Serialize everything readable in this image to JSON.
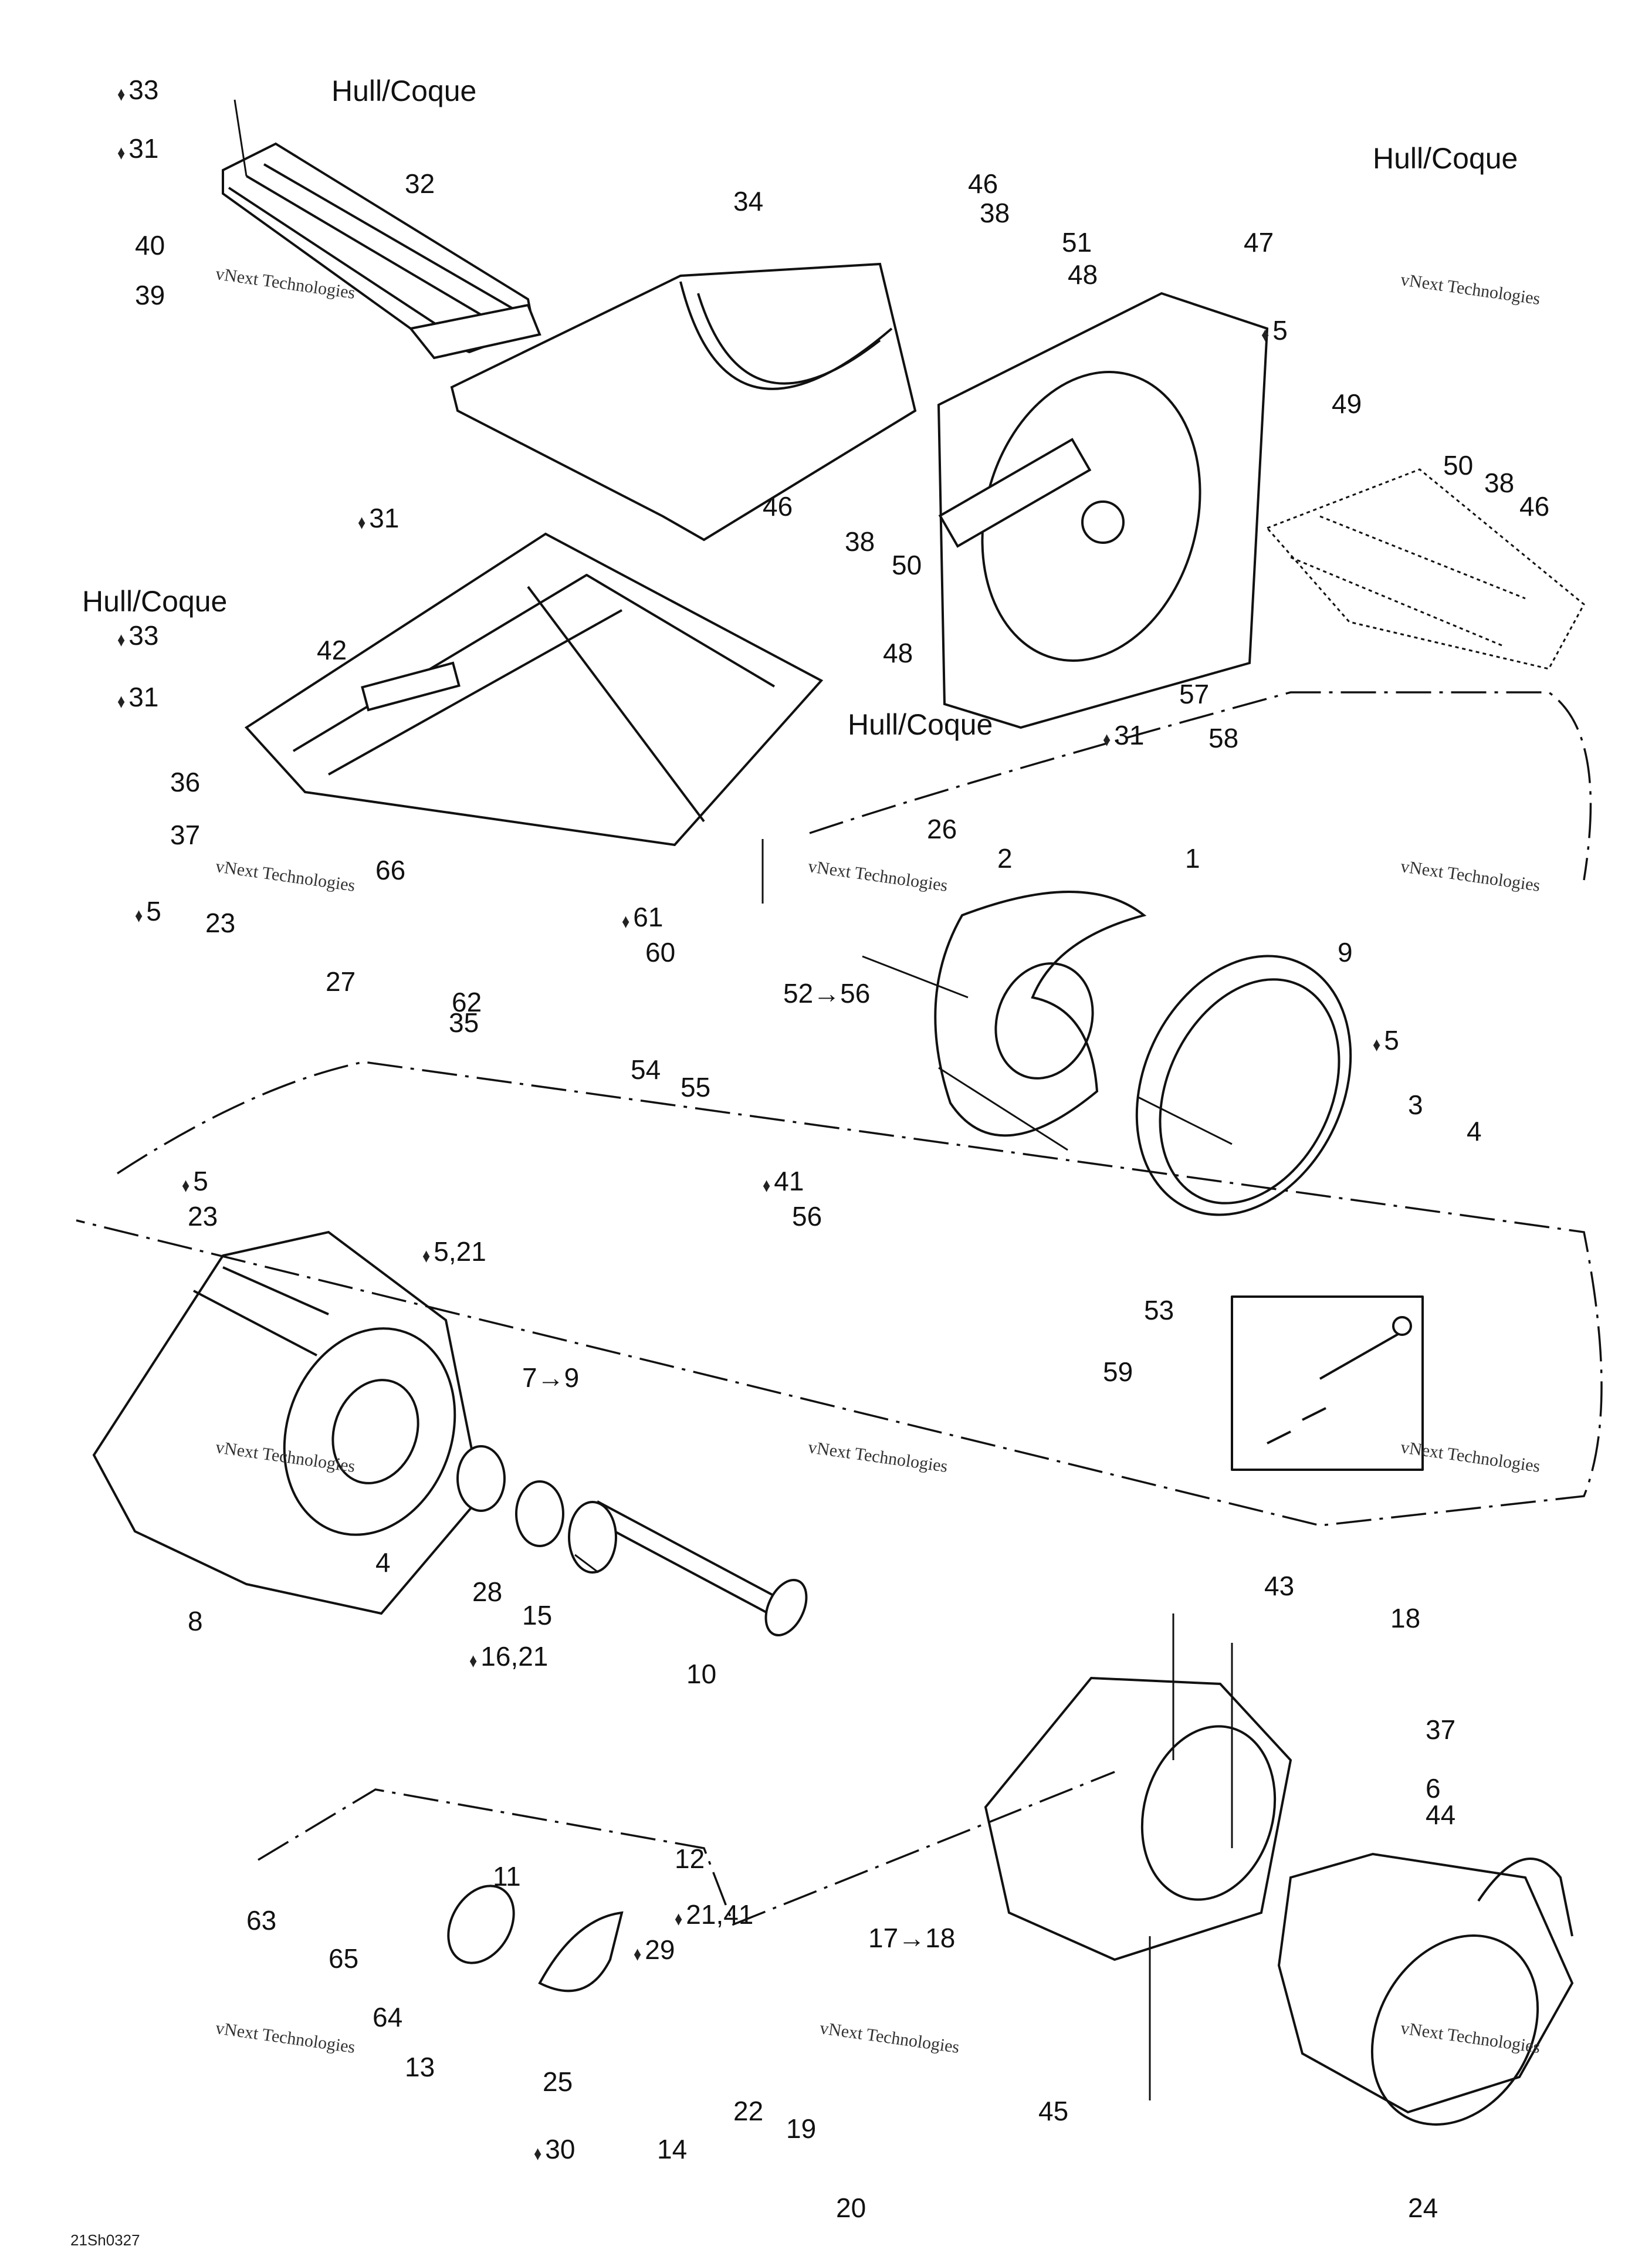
{
  "diagram": {
    "title": "Jet pump / propulsion system exploded parts diagram",
    "drawing_code": "21Sh0327",
    "hull_label": "Hull/Coque",
    "watermark": {
      "line1": "vNext Technologies",
      "big1": "vNext",
      "big2": "Technologies"
    },
    "callouts": [
      {
        "id": "c33a",
        "text": "33",
        "drop": true
      },
      {
        "id": "c31a",
        "text": "31",
        "drop": true
      },
      {
        "id": "c40",
        "text": "40"
      },
      {
        "id": "c39",
        "text": "39"
      },
      {
        "id": "c32",
        "text": "32"
      },
      {
        "id": "c34",
        "text": "34"
      },
      {
        "id": "c46a",
        "text": "46"
      },
      {
        "id": "c38a",
        "text": "38"
      },
      {
        "id": "c51",
        "text": "51"
      },
      {
        "id": "c48a",
        "text": "48"
      },
      {
        "id": "c47",
        "text": "47"
      },
      {
        "id": "c5a",
        "text": "5",
        "drop": true
      },
      {
        "id": "c49",
        "text": "49"
      },
      {
        "id": "c50a",
        "text": "50"
      },
      {
        "id": "c38b",
        "text": "38"
      },
      {
        "id": "c46b",
        "text": "46"
      },
      {
        "id": "c31b",
        "text": "31",
        "drop": true
      },
      {
        "id": "c46c",
        "text": "46"
      },
      {
        "id": "c38c",
        "text": "38"
      },
      {
        "id": "c50b",
        "text": "50"
      },
      {
        "id": "c48b",
        "text": "48"
      },
      {
        "id": "c42",
        "text": "42"
      },
      {
        "id": "c33b",
        "text": "33",
        "drop": true
      },
      {
        "id": "c31c",
        "text": "31",
        "drop": true
      },
      {
        "id": "c36",
        "text": "36"
      },
      {
        "id": "c37a",
        "text": "37"
      },
      {
        "id": "c66",
        "text": "66"
      },
      {
        "id": "c57",
        "text": "57"
      },
      {
        "id": "c58",
        "text": "58"
      },
      {
        "id": "c31d",
        "text": "31",
        "drop": true
      },
      {
        "id": "c26",
        "text": "26"
      },
      {
        "id": "c2a",
        "text": "2"
      },
      {
        "id": "c1",
        "text": "1"
      },
      {
        "id": "c9",
        "text": "9"
      },
      {
        "id": "c5b",
        "text": "5",
        "drop": true
      },
      {
        "id": "c23a",
        "text": "23"
      },
      {
        "id": "c61",
        "text": "61",
        "drop": true
      },
      {
        "id": "c60",
        "text": "60"
      },
      {
        "id": "c62",
        "text": "62"
      },
      {
        "id": "c52to56",
        "text": "52→56"
      },
      {
        "id": "c27",
        "text": "27"
      },
      {
        "id": "c35",
        "text": "35"
      },
      {
        "id": "c54",
        "text": "54"
      },
      {
        "id": "c55",
        "text": "55"
      },
      {
        "id": "c5c",
        "text": "5",
        "drop": true
      },
      {
        "id": "c3",
        "text": "3"
      },
      {
        "id": "c4a",
        "text": "4"
      },
      {
        "id": "c41a",
        "text": "41",
        "drop": true
      },
      {
        "id": "c56",
        "text": "56"
      },
      {
        "id": "c5d",
        "text": "5",
        "drop": true
      },
      {
        "id": "c23b",
        "text": "23"
      },
      {
        "id": "c5_21",
        "text": "5,21",
        "drop": true
      },
      {
        "id": "c53",
        "text": "53"
      },
      {
        "id": "c59",
        "text": "59"
      },
      {
        "id": "c7to9",
        "text": "7→9"
      },
      {
        "id": "c4b",
        "text": "4"
      },
      {
        "id": "c28",
        "text": "28"
      },
      {
        "id": "c15",
        "text": "15"
      },
      {
        "id": "c8",
        "text": "8"
      },
      {
        "id": "c16_21",
        "text": "16,21",
        "drop": true
      },
      {
        "id": "c10",
        "text": "10"
      },
      {
        "id": "c43",
        "text": "43"
      },
      {
        "id": "c18a",
        "text": "18"
      },
      {
        "id": "c37b",
        "text": "37"
      },
      {
        "id": "c6",
        "text": "6"
      },
      {
        "id": "c44",
        "text": "44"
      },
      {
        "id": "c12",
        "text": "12"
      },
      {
        "id": "c21_41",
        "text": "21,41",
        "drop": true
      },
      {
        "id": "c11",
        "text": "11"
      },
      {
        "id": "c63",
        "text": "63"
      },
      {
        "id": "c65",
        "text": "65"
      },
      {
        "id": "c29",
        "text": "29",
        "drop": true
      },
      {
        "id": "c17to18",
        "text": "17→18"
      },
      {
        "id": "c64",
        "text": "64"
      },
      {
        "id": "c13",
        "text": "13"
      },
      {
        "id": "c25",
        "text": "25"
      },
      {
        "id": "c22",
        "text": "22"
      },
      {
        "id": "c19",
        "text": "19"
      },
      {
        "id": "c45",
        "text": "45"
      },
      {
        "id": "c30",
        "text": "30",
        "drop": true
      },
      {
        "id": "c14",
        "text": "14"
      },
      {
        "id": "c20",
        "text": "20"
      },
      {
        "id": "c24",
        "text": "24"
      }
    ]
  }
}
